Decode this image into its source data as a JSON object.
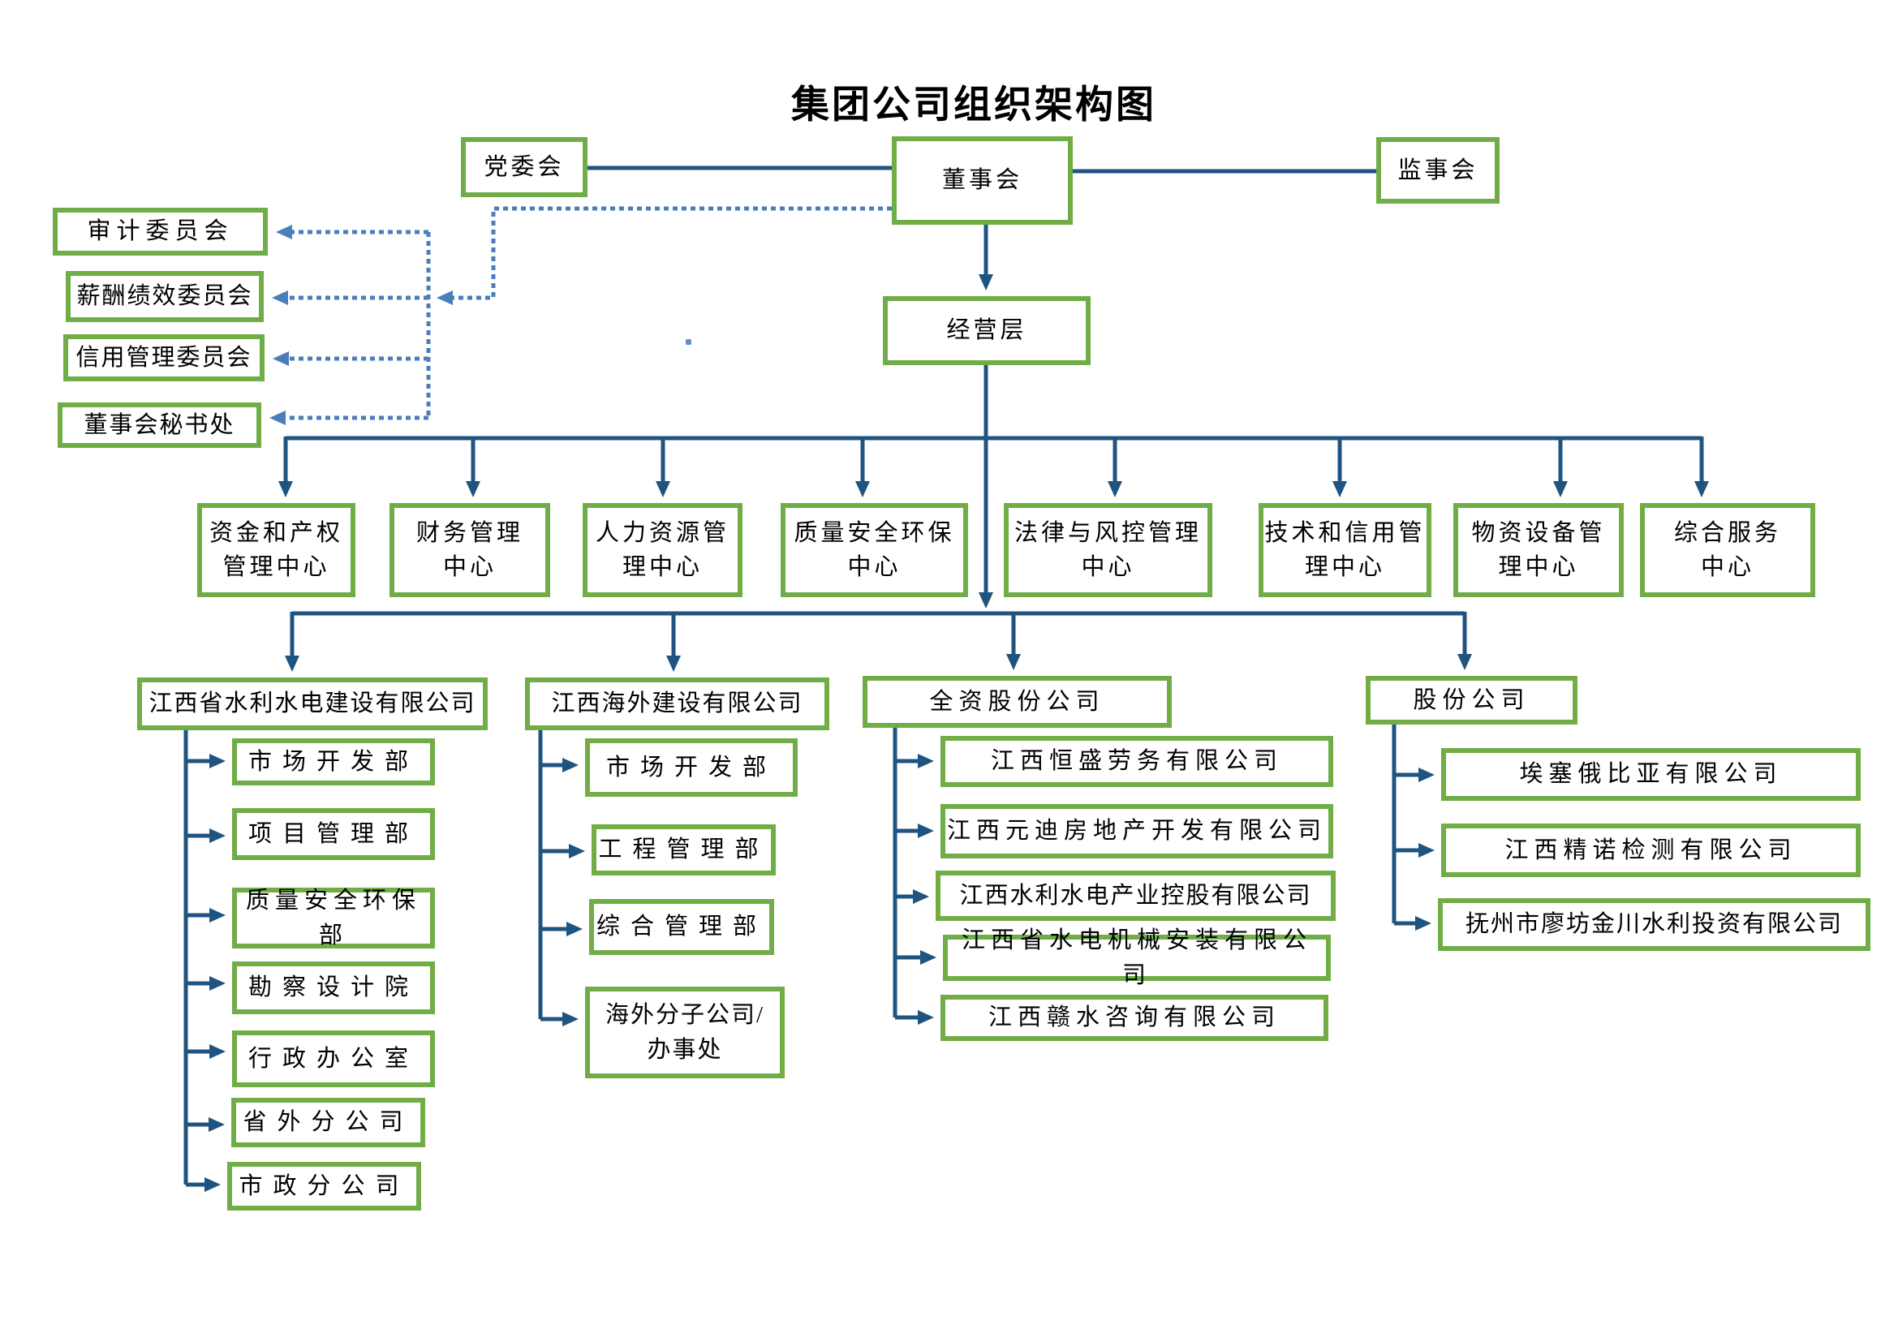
{
  "title": "集团公司组织架构图",
  "colors": {
    "box_border_green": "#70AD47",
    "solid_line_blue": "#1F5480",
    "dotted_line_blue": "#4A7EBB"
  },
  "top": {
    "party_committee": "党委会",
    "board": "董事会",
    "supervisory_board": "监事会",
    "management": "经营层"
  },
  "committees": [
    {
      "label": "审计委员会"
    },
    {
      "label": "薪酬绩效委员会"
    },
    {
      "label": "信用管理委员会"
    },
    {
      "label": "董事会秘书处"
    }
  ],
  "centers": [
    {
      "label": "资金和产权\n管理中心"
    },
    {
      "label": "财务管理\n中心"
    },
    {
      "label": "人力资源管\n理中心"
    },
    {
      "label": "质量安全环保\n中心"
    },
    {
      "label": "法律与风控管理\n中心"
    },
    {
      "label": "技术和信用管\n理中心"
    },
    {
      "label": "物资设备管\n理中心"
    },
    {
      "label": "综合服务\n中心"
    }
  ],
  "subsidiaries": [
    {
      "name": "江西省水利水电建设有限公司",
      "children": [
        {
          "label": "市场开发部"
        },
        {
          "label": "项目管理部"
        },
        {
          "label": "质量安全环保部"
        },
        {
          "label": "勘察设计院"
        },
        {
          "label": "行政办公室"
        },
        {
          "label": "省外分公司"
        },
        {
          "label": "市政分公司"
        }
      ]
    },
    {
      "name": "江西海外建设有限公司",
      "children": [
        {
          "label": "市场开发部"
        },
        {
          "label": "工程管理部"
        },
        {
          "label": "综合管理部"
        },
        {
          "label": "海外分子公司/\n办事处"
        }
      ]
    },
    {
      "name": "全资股份公司",
      "children": [
        {
          "label": "江西恒盛劳务有限公司"
        },
        {
          "label": "江西元迪房地产开发有限公司"
        },
        {
          "label": "江西水利水电产业控股有限公司"
        },
        {
          "label": "江西省水电机械安装有限公司"
        },
        {
          "label": "江西赣水咨询有限公司"
        }
      ]
    },
    {
      "name": "股份公司",
      "children": [
        {
          "label": "埃塞俄比亚有限公司"
        },
        {
          "label": "江西精诺检测有限公司"
        },
        {
          "label": "抚州市廖坊金川水利投资有限公司"
        }
      ]
    }
  ]
}
